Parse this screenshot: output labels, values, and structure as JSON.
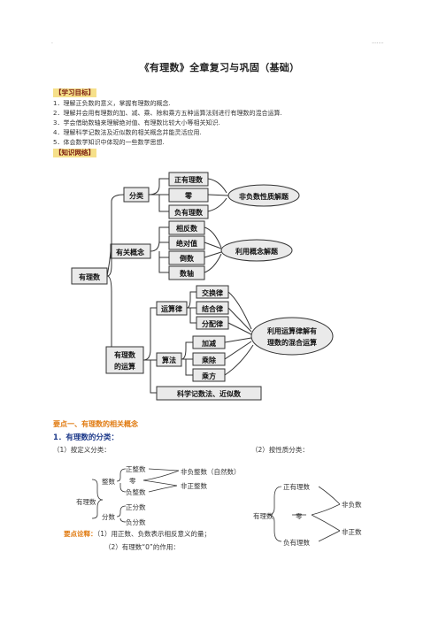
{
  "header": {
    "left_mark": "·",
    "right_mark": "·······"
  },
  "title": "《有理数》全章复习与巩固（基础）",
  "goals_tag": "【学习目标】",
  "goals": [
    "1．理解正负数的意义，掌握有理数的概念.",
    "2．理解并会用有理数的加、减、乘、除和乘方五种运算法则进行有理数的混合运算.",
    "3．学会借助数轴来理解绝对值、有理数比较大小等相关知识.",
    "4．理解科学记数法及近似数的相关概念并能灵活应用.",
    "5．体会数学知识中体现的一些数学思想."
  ],
  "network_tag": "【知识网络】",
  "network": {
    "root": "有理数",
    "b1": "分类",
    "b2": "有关概念",
    "b3": "有理数的运算",
    "b3_line1": "有理数",
    "b3_line2": "的运算",
    "cls": [
      "正有理数",
      "零",
      "负有理数"
    ],
    "concept": [
      "相反数",
      "绝对值",
      "倒数",
      "数轴"
    ],
    "laws_group": "运算律",
    "laws": [
      "交换律",
      "结合律",
      "分配律"
    ],
    "ops_group": "算法",
    "ops": [
      "加减",
      "乘除",
      "乘方"
    ],
    "sci": "科学记数法、近似数",
    "out1": "非负数性质解题",
    "out2": "利用概念解题",
    "out3_line1": "利用运算律解有",
    "out3_line2": "理数的混合运算"
  },
  "point1": "要点一、有理数的相关概念",
  "sub1": "1．有理数的分类：",
  "by_def": "（1）按定义分类：",
  "by_prop": "（2）按性质分类：",
  "tree1": {
    "root": "有理数",
    "int": "整数",
    "frac": "分数",
    "int_items": [
      "正整数",
      "零",
      "负整数"
    ],
    "frac_items": [
      "正分数",
      "负分数"
    ],
    "nonneg": "非负整数（自然数）",
    "nonpos": "非正整数"
  },
  "tree2": {
    "root": "有理数",
    "pos": "正有理数",
    "zero": "零",
    "neg": "负有理数",
    "nonneg": "非负数",
    "nonpos": "非正数"
  },
  "note_label": "要点诠释：",
  "note1": "（1）用正数、负数表示相反意义的量；",
  "note2": "（2）有理数“0”的作用："
}
